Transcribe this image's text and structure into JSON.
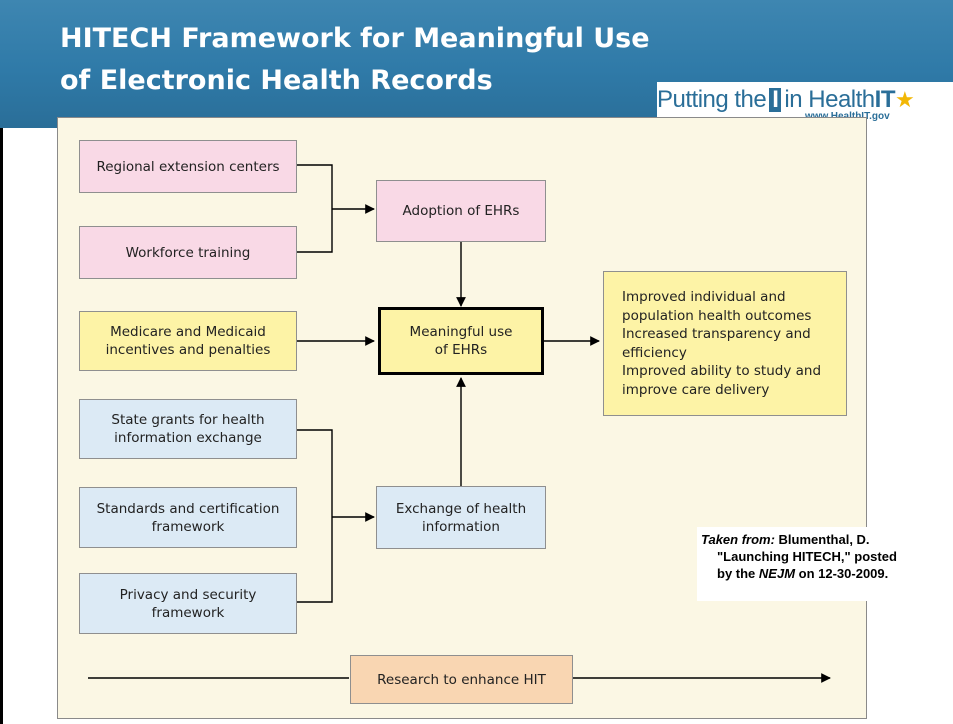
{
  "slide": {
    "title_line1": "HITECH Framework for Meaningful Use",
    "title_line2": "of Electronic Health Records"
  },
  "logo": {
    "prefix": "Putting the",
    "highlight": "I",
    "middle": "in Health",
    "suffix": "IT",
    "url": "www.HealthIT.gov"
  },
  "diagram": {
    "nodes": {
      "regional": "Regional extension centers",
      "workforce": "Workforce training",
      "medicare": "Medicare and Medicaid\nincentives and penalties",
      "state_grants": "State grants for health\ninformation exchange",
      "standards": "Standards and certification\nframework",
      "privacy": "Privacy and security\nframework",
      "adoption": "Adoption of EHRs",
      "meaningful": "Meaningful use\nof EHRs",
      "exchange": "Exchange of health\ninformation",
      "outcomes": "Improved individual and\n   population health outcomes\nIncreased transparency and\n   efficiency\nImproved ability to study and\n   improve care delivery",
      "research": "Research to enhance HIT"
    }
  },
  "citation": {
    "prefix": "Taken from:",
    "author": " Blumenthal, D.",
    "line2": "\"Launching HITECH,\" posted",
    "line3_pre": "by the ",
    "journal": "NEJM",
    "line3_post": " on 12-30-2009."
  },
  "colors": {
    "header": "#2f7aa8",
    "panel": "#fbf7e4",
    "pink": "#f9d9e6",
    "yellow": "#fdf3a6",
    "blue": "#dceaf5",
    "orange": "#f9d6b2"
  }
}
